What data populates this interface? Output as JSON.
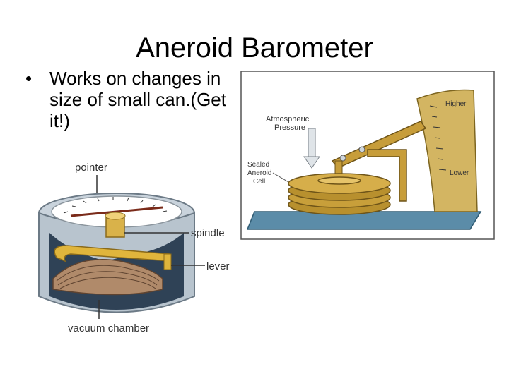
{
  "slide": {
    "title": "Aneroid Barometer",
    "bullets": [
      "Works on changes in size of small can.(Get it!)"
    ]
  },
  "figure_left": {
    "labels": {
      "pointer": "pointer",
      "spindle": "spindle",
      "lever": "lever",
      "vacuum_chamber": "vacuum chamber"
    }
  },
  "figure_right": {
    "labels": {
      "atmospheric_pressure_line1": "Atmospheric",
      "atmospheric_pressure_line2": "Pressure",
      "sealed_cell_line1": "Sealed",
      "sealed_cell_line2": "Aneroid",
      "sealed_cell_line3": "Cell",
      "higher": "Higher",
      "lower": "Lower"
    }
  }
}
